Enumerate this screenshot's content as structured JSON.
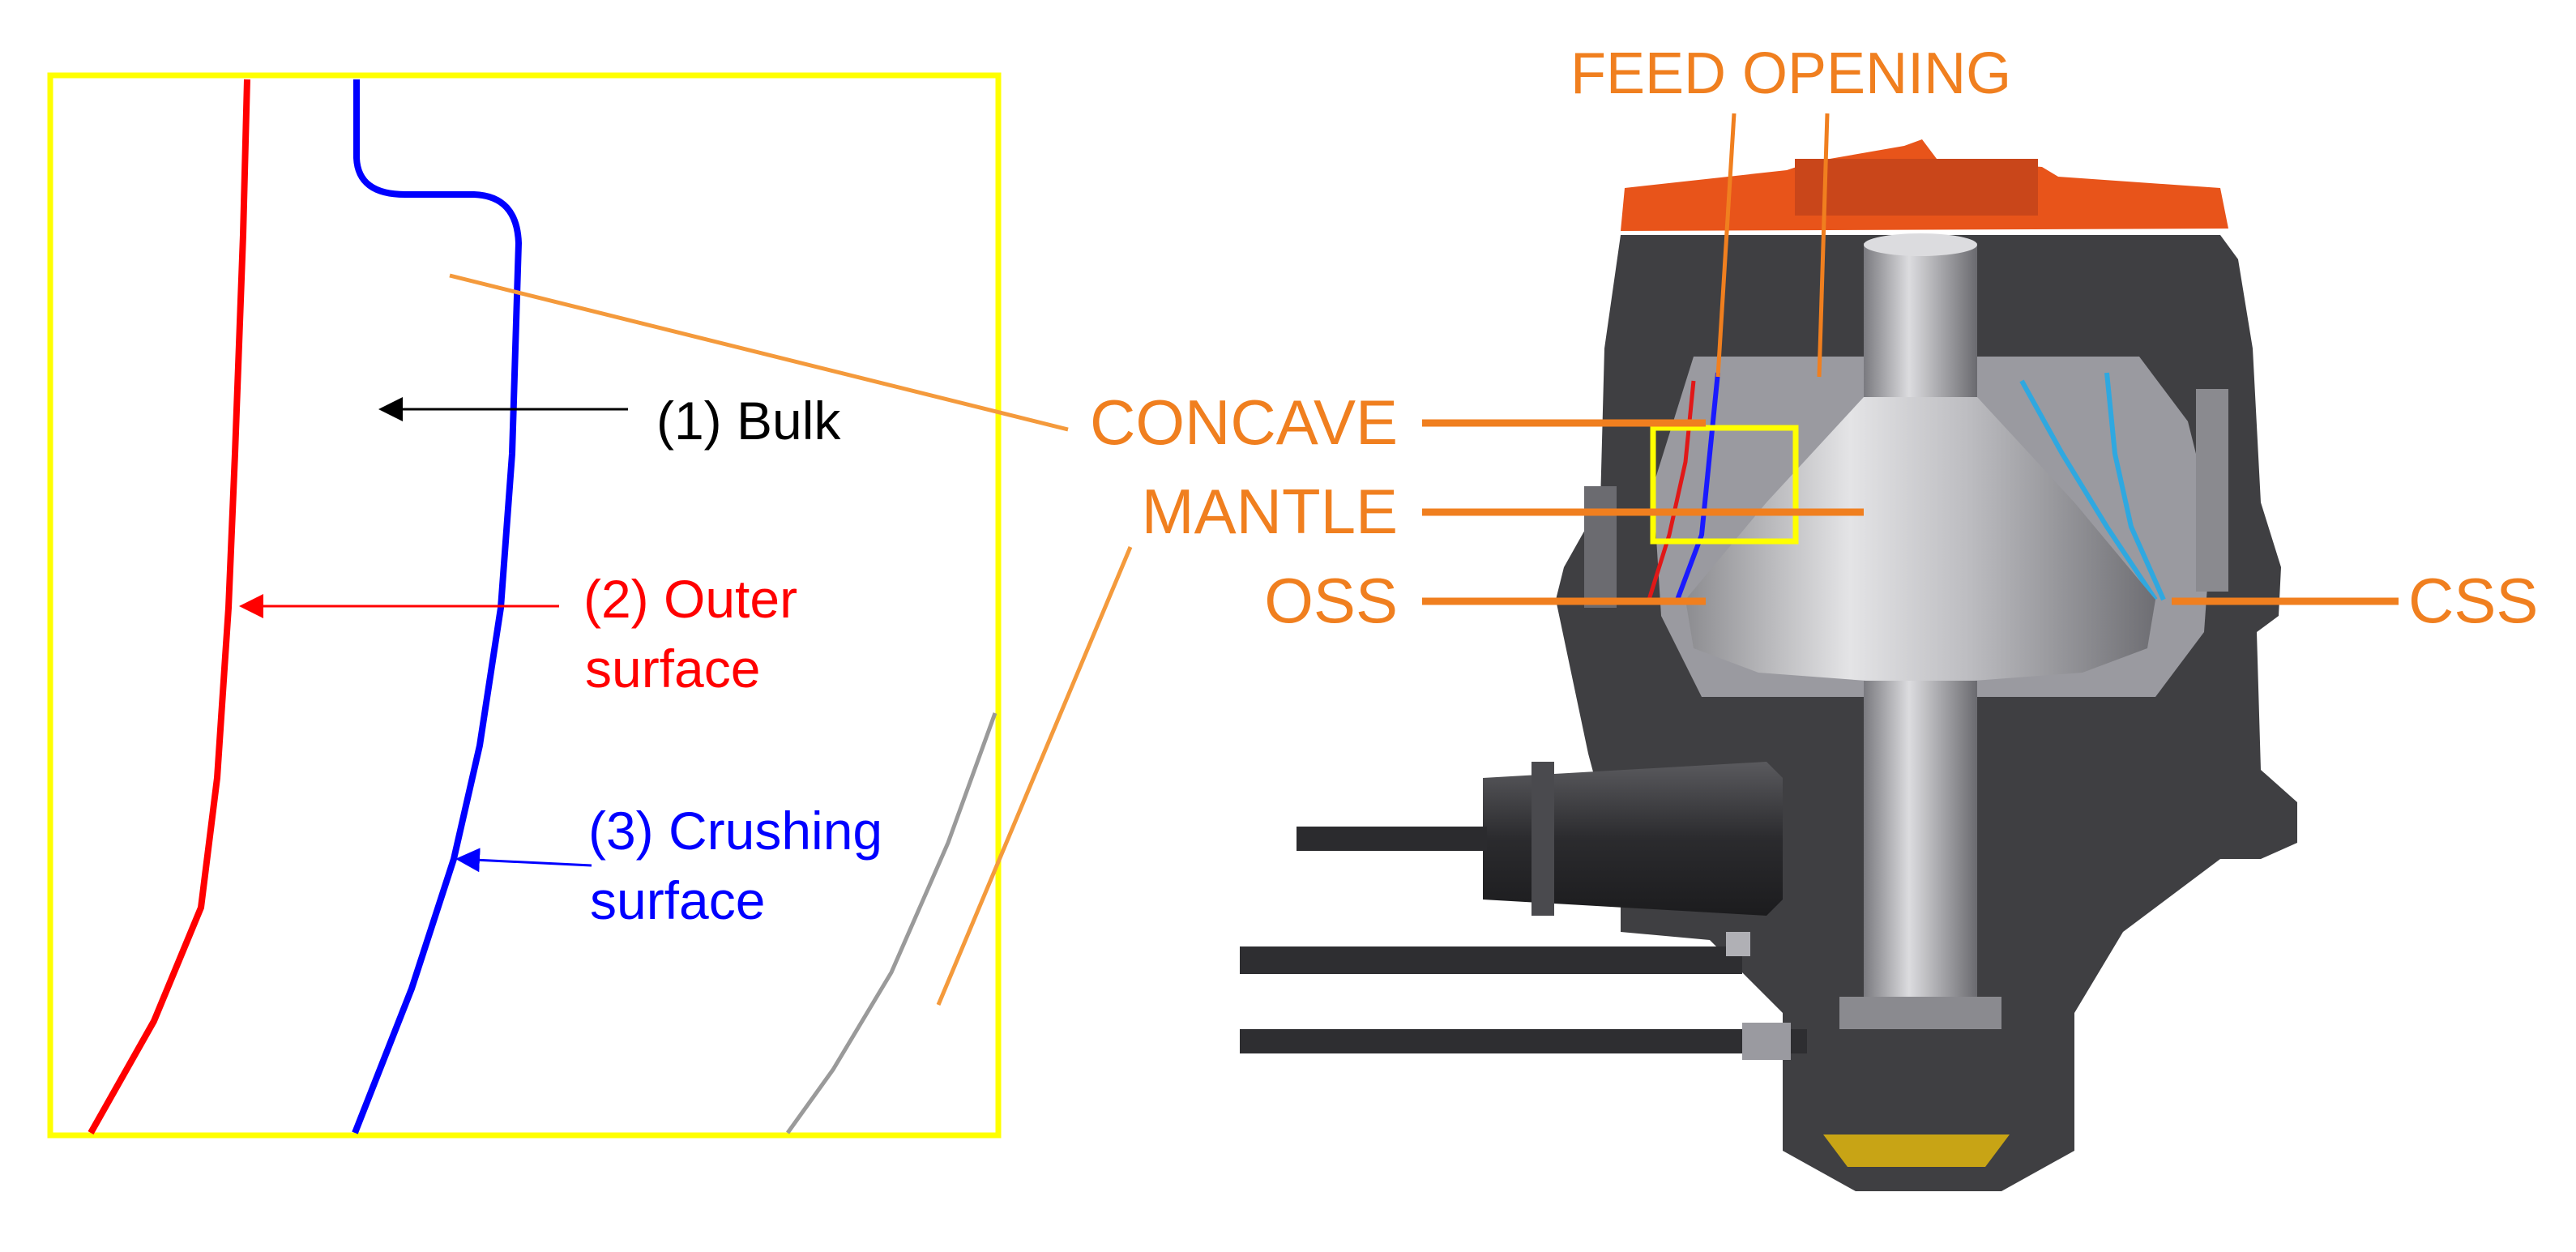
{
  "colors": {
    "frame": "#FFFF00",
    "outer_surface": "#FF0000",
    "crushing_surface": "#0000FF",
    "bulk": "#000000",
    "orange_label": "#F07F1F",
    "leader_thin": "#F49A3C",
    "steel_dark": "#3f3f42",
    "steel_mid": "#6b6b70",
    "mantle_light": "#c9c9cc",
    "crusher_top": "#E8541A",
    "base_yellow": "#C8A415",
    "concave_blue": "#2FA8E0",
    "gray_line": "#9a9a9a"
  },
  "detail": {
    "bulk_label": "(1) Bulk",
    "outer_line1": "(2) Outer",
    "outer_line2": "surface",
    "crushing_line1": "(3) Crushing",
    "crushing_line2": "surface"
  },
  "crusher": {
    "feed_opening": "FEED OPENING",
    "concave": "CONCAVE",
    "mantle": "MANTLE",
    "oss": "OSS",
    "css": "CSS"
  }
}
